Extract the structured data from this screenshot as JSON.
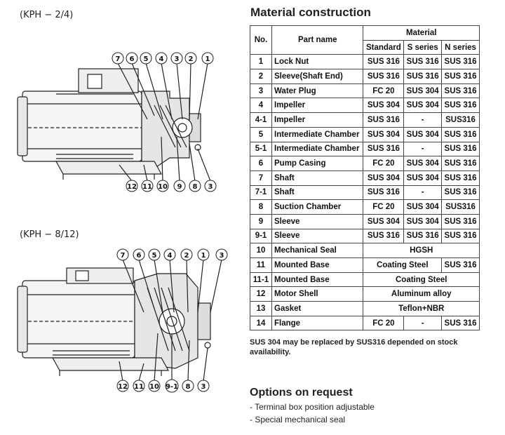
{
  "diagram_top": {
    "model_label": "(KPH − 2/4)",
    "callouts_top": [
      "7",
      "6",
      "5",
      "4",
      "3",
      "2",
      "1"
    ],
    "callouts_bottom": [
      "12",
      "11",
      "10",
      "9",
      "8",
      "3"
    ]
  },
  "diagram_bottom": {
    "model_label": "(KPH − 8/12)",
    "callouts_top": [
      "7",
      "6",
      "5",
      "4",
      "2",
      "1",
      "3"
    ],
    "callouts_bottom": [
      "12",
      "11",
      "10",
      "9-1",
      "8",
      "3"
    ]
  },
  "material": {
    "title": "Material construction",
    "headers": {
      "no": "No.",
      "part": "Part name",
      "material": "Material",
      "standard": "Standard",
      "s_series": "S series",
      "n_series": "N series"
    },
    "rows": [
      {
        "no": "1",
        "part": "Lock Nut",
        "standard": "SUS 316",
        "s": "SUS 316",
        "n": "SUS 316"
      },
      {
        "no": "2",
        "part": "Sleeve(Shaft End)",
        "standard": "SUS 316",
        "s": "SUS 316",
        "n": "SUS 316"
      },
      {
        "no": "3",
        "part": "Water Plug",
        "standard": "FC 20",
        "s": "SUS 304",
        "n": "SUS 316"
      },
      {
        "no": "4",
        "part": "Impeller",
        "standard": "SUS 304",
        "s": "SUS 304",
        "n": "SUS 316"
      },
      {
        "no": "4-1",
        "part": "Impeller",
        "standard": "SUS 316",
        "s": "-",
        "n": "SUS316"
      },
      {
        "no": "5",
        "part": "Intermediate Chamber",
        "standard": "SUS 304",
        "s": "SUS 304",
        "n": "SUS 316"
      },
      {
        "no": "5-1",
        "part": "Intermediate Chamber",
        "standard": "SUS 316",
        "s": "-",
        "n": "SUS 316"
      },
      {
        "no": "6",
        "part": "Pump Casing",
        "standard": "FC 20",
        "s": "SUS 304",
        "n": "SUS 316"
      },
      {
        "no": "7",
        "part": "Shaft",
        "standard": "SUS 304",
        "s": "SUS 304",
        "n": "SUS 316"
      },
      {
        "no": "7-1",
        "part": "Shaft",
        "standard": "SUS 316",
        "s": "-",
        "n": "SUS 316"
      },
      {
        "no": "8",
        "part": "Suction Chamber",
        "standard": "FC 20",
        "s": "SUS 304",
        "n": "SUS316"
      },
      {
        "no": "9",
        "part": "Sleeve",
        "standard": "SUS 304",
        "s": "SUS 304",
        "n": "SUS 316"
      },
      {
        "no": "9-1",
        "part": "Sleeve",
        "standard": "SUS 316",
        "s": "SUS 316",
        "n": "SUS 316"
      }
    ],
    "row10": {
      "no": "10",
      "part": "Mechanical Seal",
      "all": "HGSH"
    },
    "row11": {
      "no": "11",
      "part": "Mounted Base",
      "std_s": "Coating Steel",
      "n": "SUS 316"
    },
    "row11_1": {
      "no": "11-1",
      "part": "Mounted Base",
      "all": "Coating Steel"
    },
    "row12": {
      "no": "12",
      "part": "Motor Shell",
      "all": "Aluminum alloy"
    },
    "row13": {
      "no": "13",
      "part": "Gasket",
      "all": "Teflon+NBR"
    },
    "row14": {
      "no": "14",
      "part": "Flange",
      "standard": "FC 20",
      "s": "-",
      "n": "SUS 316"
    },
    "note": "SUS 304 may be replaced by SUS316 depended on stock availability."
  },
  "options": {
    "title": "Options on request",
    "items": [
      "- Terminal box position adjustable",
      "- Special mechanical seal"
    ]
  }
}
